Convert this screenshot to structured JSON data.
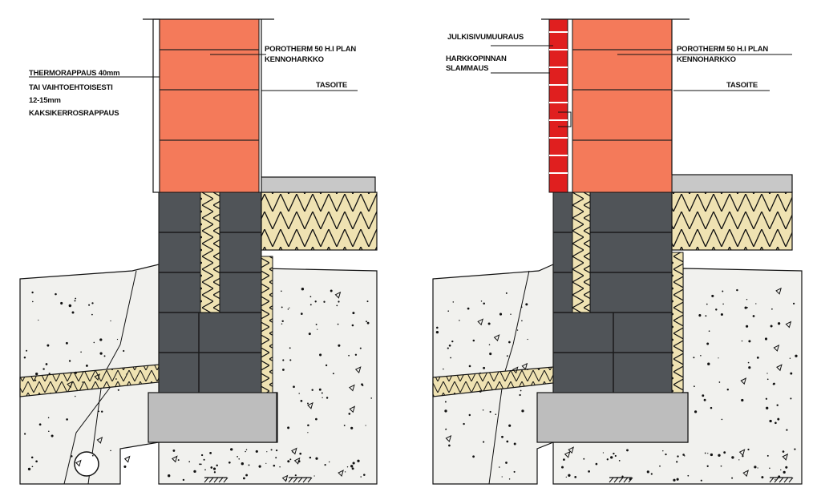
{
  "colors": {
    "brick": "#f47a5a",
    "facing_brick": "#e01f1f",
    "block": "#505458",
    "insulation": "#efe2b2",
    "soil": "#f1f1ee",
    "footing": "#bdbdbd",
    "screed": "#c8c8c8",
    "line": "#111111"
  },
  "left_detail": {
    "labels": {
      "thermo_1": "THERMORAPPAUS 40mm",
      "thermo_2": "TAI VAIHTOEHTOISESTI",
      "thermo_3": "12-15mm",
      "thermo_4": "KAKSIKERROSRAPPAUS",
      "porotherm": "POROTHERM 50 H.I PLAN",
      "kennoharkko": "KENNOHARKKO",
      "tasoite": "TASOITE"
    }
  },
  "right_detail": {
    "labels": {
      "julkisivu": "JULKISIVUMUURAUS",
      "harkko_1": "HARKKOPINNAN",
      "harkko_2": "SLAMMAUS",
      "porotherm": "POROTHERM 50 H.I PLAN",
      "kennoharkko": "KENNOHARKKO",
      "tasoite": "TASOITE"
    }
  }
}
